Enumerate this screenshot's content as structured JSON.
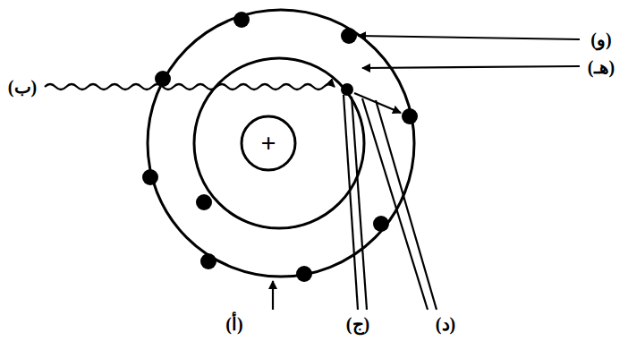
{
  "diagram": {
    "nodes": [
      {
        "text": [
          "+"
        ]
      }
    ],
    "labels": [
      "(و)",
      "(هـ)",
      "(ب)",
      "(أ)",
      "(ج)",
      "(د)"
    ]
  }
}
